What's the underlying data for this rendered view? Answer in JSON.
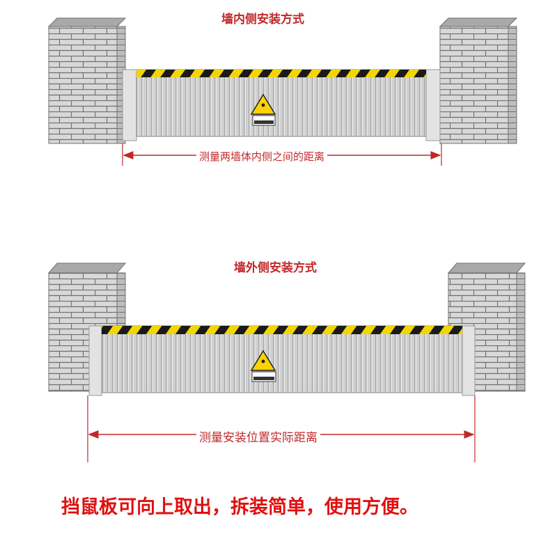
{
  "diagrams": [
    {
      "title": "墙内侧安装方式",
      "measure_label": "测量两墙体内侧之间的距离"
    },
    {
      "title": "墙外侧安装方式",
      "measure_label": "测量安装位置实际距离"
    }
  ],
  "note": "挡鼠板可向上取出，拆装简单，使用方便。",
  "colors": {
    "title_red": "#c0282a",
    "note_red": "#e01010",
    "hazard_yellow": "#f2d600",
    "hazard_black": "#1a1a1a",
    "brick_face": "#d8d8d8",
    "brick_line": "#6f6f6f",
    "panel_face": "#cfcfcf",
    "warning_yellow": "#ffd200"
  }
}
